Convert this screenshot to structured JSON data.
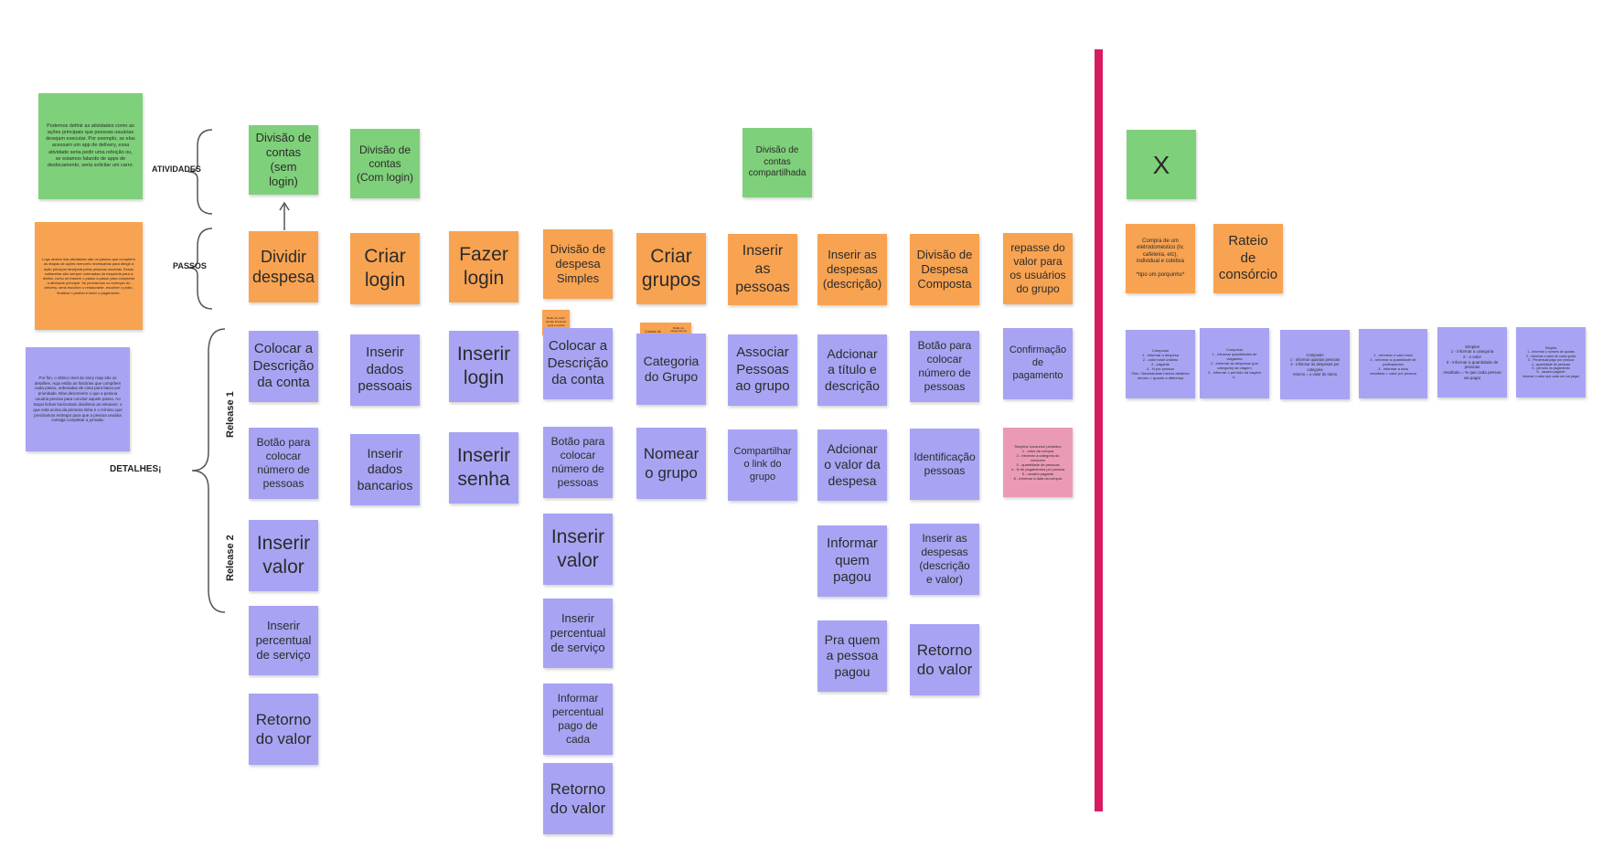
{
  "labels": {
    "atividades": "ATIVIDADES",
    "passos": "PASSOS",
    "detalhes": "DETALHES¡",
    "release1": "Release 1",
    "release2": "Release 2"
  },
  "legend": {
    "green_note": "Podemos definir as atividades como as ações principais que pessoas usuárias desejam executar. Por exemplo, se elas acessam um app de delivery, essa atividade seria pedir uma refeição ou, se estamos falando de apps de deslocamento, seria solicitar um carro.",
    "orange_note": "Logo abaixo das atividades são os passos que compõem as etapas de ações menores necessárias para atingir a ação principal desejada pelas pessoas usuárias. Essas subtarefas são sempre ordenadas da esquerda para a direita, como se fossem o passo a passo para completar a atividade principal. Se pensarmos no exemplo do delivery, seria escolher o restaurante, escolher o prato, finalizar o pedido e fazer o pagamento.",
    "purple_note": "Por fim, o último nível do story map são os detalhes. Aqui estão as histórias que compõem cada passo, ordenadas de cima para baixo por prioridade. Elas descrevem o que a pessoa usuária precisa para concluir aquele passo. Ao traçar linhas horizontais dividimos as releases: o que está acima da primeira linha é o mínimo que precisamos entregar para que a pessoa usuária consiga completar a jornada."
  },
  "activities": {
    "a1": "Divisão de contas (sem login)",
    "a2": "Divisão de contas (Com login)",
    "a3": "Divisão de contas compartilhada",
    "x": "X"
  },
  "steps": {
    "s1": "Dividir despesa",
    "s2": "Criar login",
    "s3": "Fazer login",
    "s4": "Divisão de despesa Simples",
    "s5": "Criar grupos",
    "s6": "Inserir as pessoas",
    "s7": "Inserir as despesas (descrição)",
    "s8": "Divisão de Despesa Composta",
    "s9": "repasse do valor para os usuários do grupo",
    "r1": "Compra de um eletrodoméstico (tv, cafeteira, etc), individual e coletiva\n\n*tipo um porquinho*",
    "r2": "Rateio de consórcio"
  },
  "mini_notes": {
    "m1": "Botão de valor/ divisão Dividindo igual e parcial",
    "m2": "Contas de casa",
    "m3": "Botão de categorias de contas (default) etc"
  },
  "details": {
    "c1": [
      "Colocar a Descrição da conta",
      "Botão para colocar número de pessoas",
      "Inserir valor",
      "Inserir percentual de serviço",
      "Retorno do valor"
    ],
    "c2": [
      "Inserir dados pessoais",
      "Inserir dados bancarios"
    ],
    "c3": [
      "Inserir login",
      "Inserir senha"
    ],
    "c4": [
      "Colocar a Descrição da conta",
      "Botão para colocar número de pessoas",
      "Inserir valor",
      "Inserir percentual de serviço",
      "Informar percentual pago de cada",
      "Retorno do valor"
    ],
    "c5": [
      "Categoria do Grupo",
      "Nomear o grupo"
    ],
    "c6": [
      "Associar Pessoas ao grupo",
      "Compartilhar o link do grupo"
    ],
    "c7": [
      "Adcionar a título e descrição",
      "Adcionar o valor da despesa",
      "Informar quem pagou",
      "Pra quem a pessoa pagou"
    ],
    "c8": [
      "Botão para colocar número de pessoas",
      "Identificação pessoas",
      "Inserir as despesas (descrição e valor)",
      "Retorno do valor"
    ],
    "c9": [
      "Confirmação de pagamento"
    ],
    "pink": "Simples/ consumo/ periódico\n1 - valor da compra\n2 - informar a categoria do consumo\n3 - quantidade de pessoas\n4 - N de pagamentos por pessoa\n5 - usuário pagante\n6 - informar a data da compra"
  },
  "right_details": [
    "Composto\n1 - informar a despesa\n2 - valor total/ unitário\n3 - pagante\n4 - N por pessoa\nObs.: Necessidade menos detalhes\nretorno = quanto a diferença",
    "Composto\n1 - informar quantidades de viagantes\n2 - informar as despesas (por categoria) da viagem\n3 - informar o período da viagem\n4 -",
    "Composto\n1 - informar quantas pessoas\n2 - informar as despesas por categoria\nretorno = o valor do rateio",
    "1 - informar o valor total\n2 - informar a quantidade de participantes\n3 - informar a data\nresultado = valor por pessoa",
    "Simples\n1 - informar a categoria\n2 - o valor\n3 - informar a quantidade de pessoas\nresultado = % que cada pessoa vai pagar",
    "Simples\n1 - Informar o número de quotas\n2 - informar o valor de cada quota\n3 - Percentual pago por pessoa\n4 - quantidade de pessoas\n5 - período do pagamento\n6 - usuário pagante\nretornar o valor que cada um vai pagar"
  ],
  "colors": {
    "green": "#7fd07a",
    "orange": "#f8a351",
    "purple": "#a8a4f3",
    "pink": "#eb9ab5",
    "divider": "#d81b60"
  }
}
